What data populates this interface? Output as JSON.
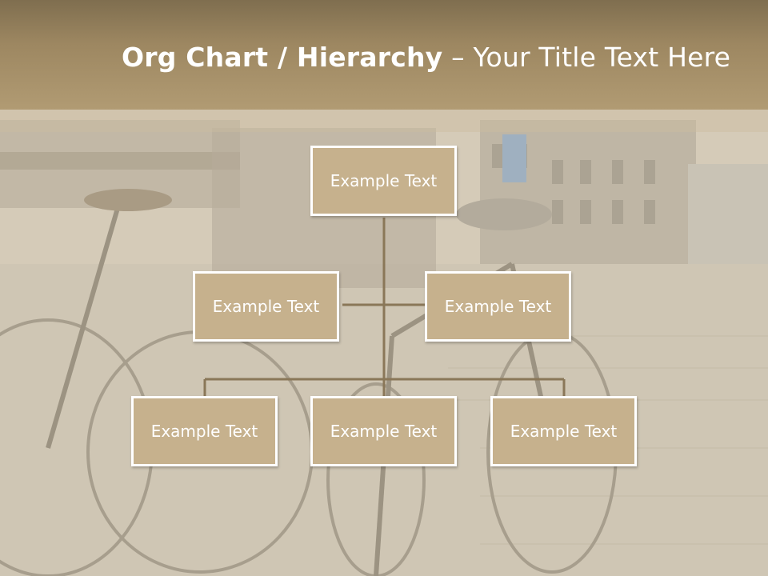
{
  "slide": {
    "title_bold": "Org Chart / Hierarchy",
    "title_dash": " – ",
    "title_rest": "Your Title Text Here"
  },
  "org_chart": {
    "root": "Example Text",
    "assistants": [
      "Example Text",
      "Example Text"
    ],
    "children": [
      "Example Text",
      "Example Text",
      "Example Text"
    ]
  },
  "colors": {
    "header": "#9d8761",
    "box_fill": "#c6b18d",
    "box_border": "#ffffff",
    "connector": "#8a7758"
  }
}
